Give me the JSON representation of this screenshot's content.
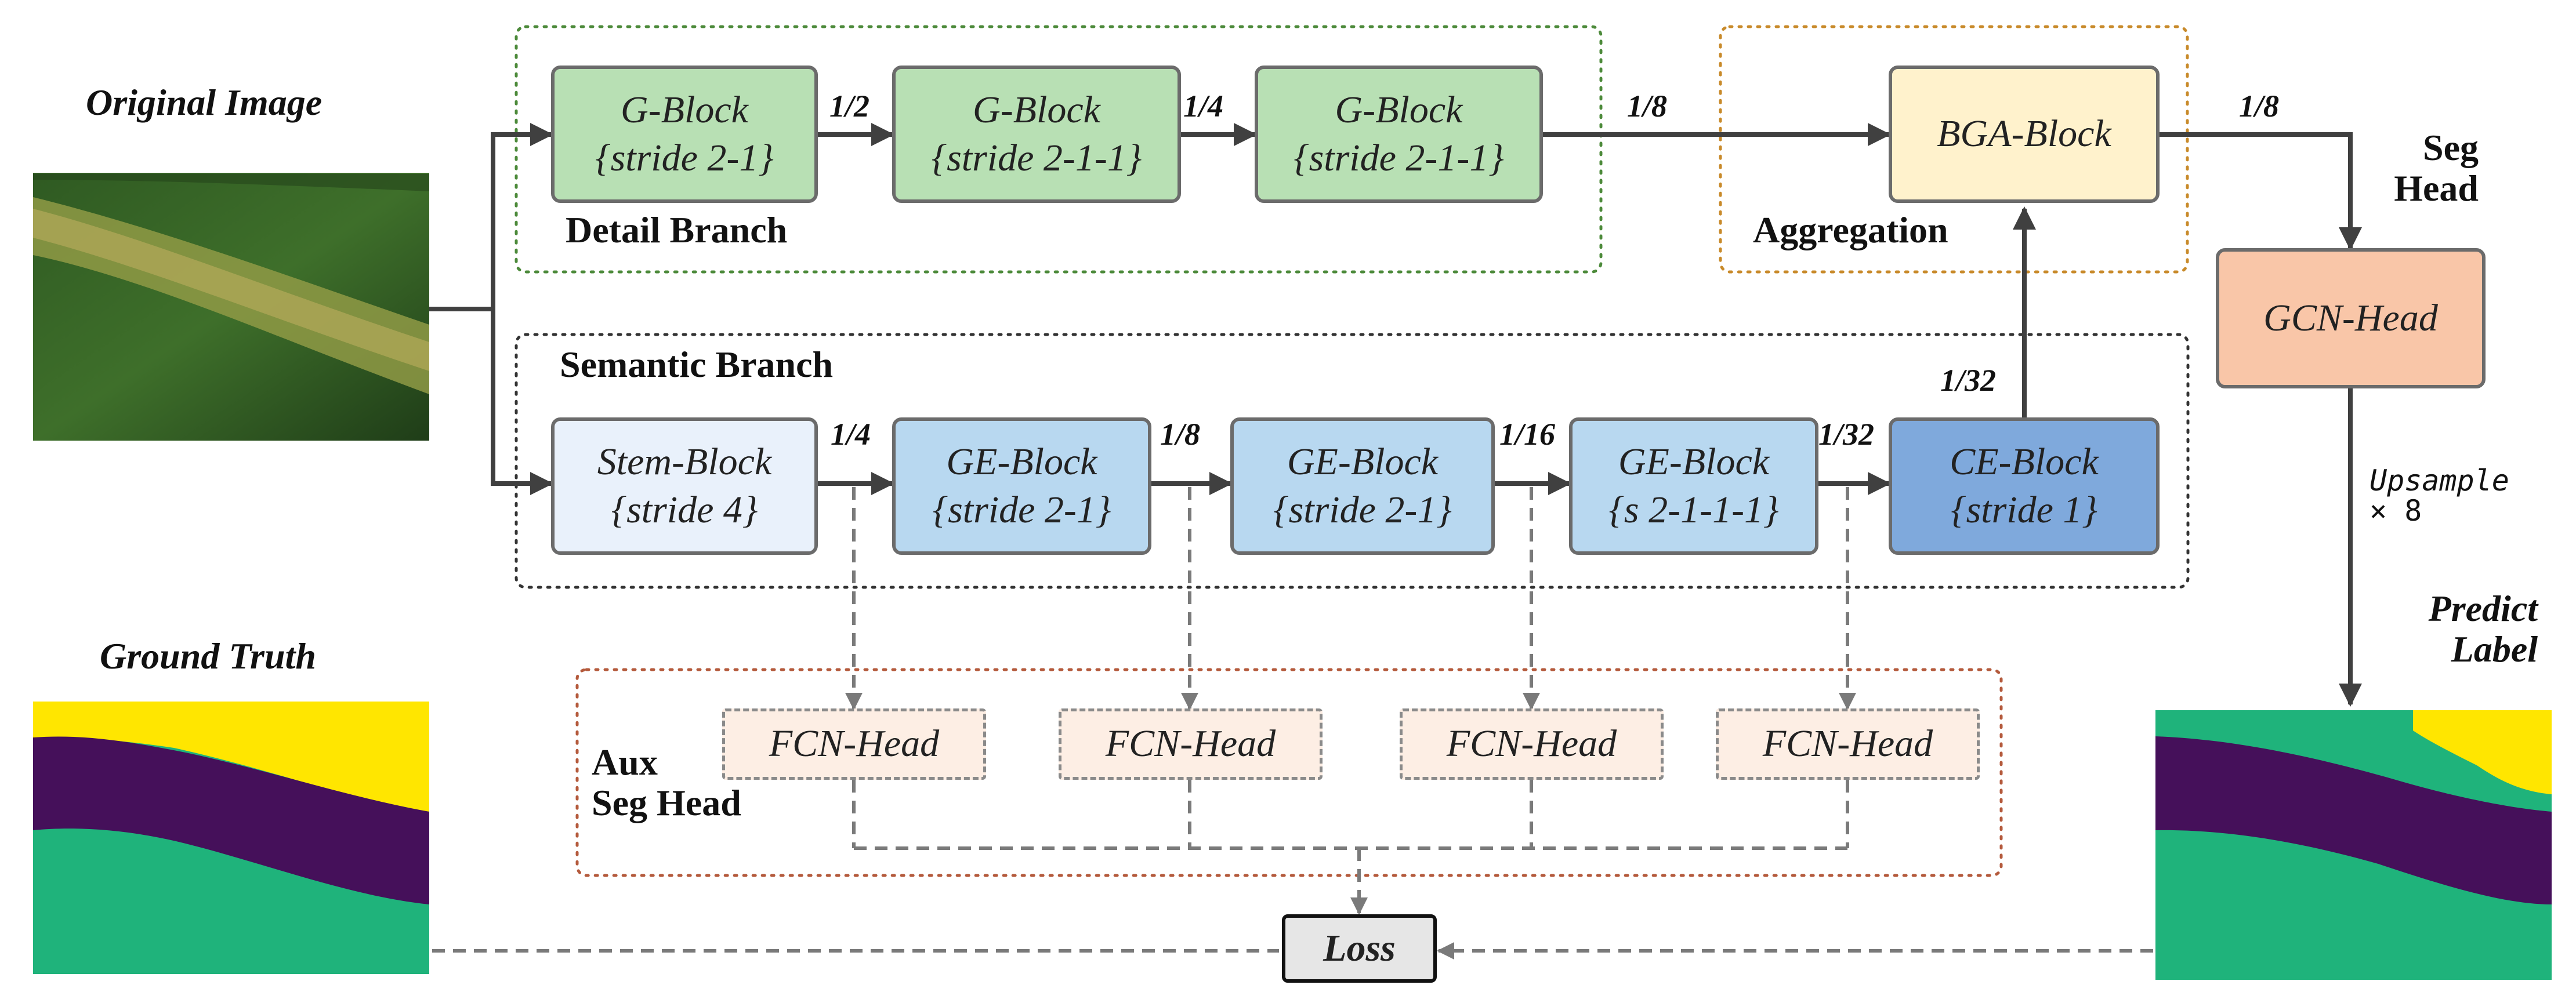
{
  "labels": {
    "original_image": "Original Image",
    "ground_truth": "Ground Truth",
    "predict_label": "Predict\nLabel",
    "detail_branch": "Detail Branch",
    "semantic_branch": "Semantic Branch",
    "aggregation": "Aggregation",
    "seg_head": "Seg\nHead",
    "aux_seg_head": "Aux\nSeg Head",
    "upsample": "Upsample",
    "upsample_factor": "× 8"
  },
  "detail_blocks": [
    {
      "name": "G-Block",
      "param": "{stride 2-1}"
    },
    {
      "name": "G-Block",
      "param": "{stride 2-1-1}"
    },
    {
      "name": "G-Block",
      "param": "{stride 2-1-1}"
    }
  ],
  "semantic_blocks": [
    {
      "name": "Stem-Block",
      "param": "{stride 4}"
    },
    {
      "name": "GE-Block",
      "param": "{stride 2-1}"
    },
    {
      "name": "GE-Block",
      "param": "{stride 2-1}"
    },
    {
      "name": "GE-Block",
      "param": "{s 2-1-1-1}"
    },
    {
      "name": "CE-Block",
      "param": "{stride 1}"
    }
  ],
  "bga_block": "BGA-Block",
  "gcn_head": "GCN-Head",
  "fcn_heads": [
    "FCN-Head",
    "FCN-Head",
    "FCN-Head",
    "FCN-Head"
  ],
  "loss": "Loss",
  "ratios": {
    "d1": "1/2",
    "d2": "1/4",
    "d3": "1/8",
    "bga_out": "1/8",
    "s1": "1/4",
    "s2": "1/8",
    "s3": "1/16",
    "s4": "1/32",
    "ce_out": "1/32"
  },
  "colors": {
    "g_block_fill": "#b8e0b4",
    "stem_fill": "#e9f1fb",
    "ge_fill": "#b8d8f0",
    "ce_fill": "#7fa9dc",
    "bga_fill": "#fff2cc",
    "gcn_fill": "#f9c6a8",
    "fcn_fill": "#fdeee4",
    "loss_fill": "#e6e6e6",
    "seg_teal": "#1fb37b",
    "seg_purple": "#45105a",
    "seg_yellow": "#ffe600",
    "detail_border": "#4c8a3a",
    "agg_border": "#c88a2a",
    "aux_border": "#b45a3c"
  }
}
